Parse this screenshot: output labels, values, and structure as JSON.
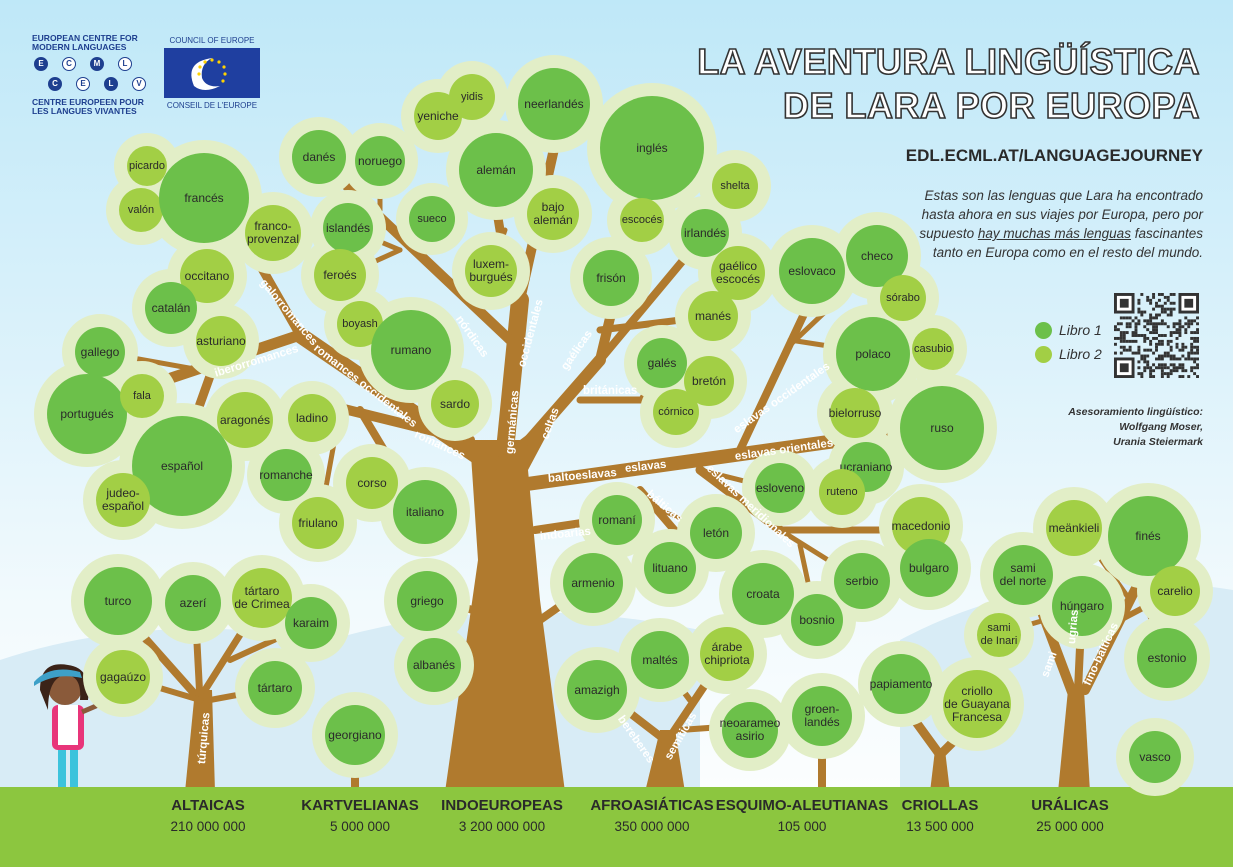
{
  "header": {
    "ecml_lines": [
      "EUROPEAN CENTRE FOR",
      "MODERN LANGUAGES",
      "CENTRE EUROPEEN POUR",
      "LES LANGUES VIVANTES"
    ],
    "ecml_letters": [
      "E",
      "C",
      "M",
      "L",
      "C",
      "E",
      "L",
      "V"
    ],
    "coe_top": "COUNCIL OF EUROPE",
    "coe_bottom": "CONSEIL DE L'EUROPE",
    "title_line1": "LA AVENTURA LINGÜÍSTICA",
    "title_line2": "DE LARA POR EUROPA",
    "url": "EDL.ECML.AT/LANGUAGEJOURNEY"
  },
  "intro": {
    "part1": "Estas son las lenguas que Lara ha encontrado hasta ahora en sus viajes por Europa, pero por supuesto ",
    "underlined": "hay muchas más lenguas",
    "part2": " fascinantes tanto en Europa como en el resto del mundo."
  },
  "legend": {
    "book1": "Libro 1",
    "book2": "Libro 2",
    "book1_color": "#6cc04a",
    "book2_color": "#a2cf45"
  },
  "credits": {
    "line1": "Asesoramiento  lingüístico:",
    "line2": "Wolfgang Moser,",
    "line3": "Urania Steiermark"
  },
  "colors": {
    "trunk": "#b07a2e",
    "halo": "#e2eec7",
    "ground": "#8cc63f"
  },
  "languages": [
    {
      "name": "picardo",
      "book": 2
    },
    {
      "name": "valón",
      "book": 2
    },
    {
      "name": "francés",
      "book": 1
    },
    {
      "name": "franco-\nprovenzal",
      "book": 2
    },
    {
      "name": "occitano",
      "book": 2
    },
    {
      "name": "catalán",
      "book": 1
    },
    {
      "name": "asturiano",
      "book": 2
    },
    {
      "name": "gallego",
      "book": 1
    },
    {
      "name": "portugués",
      "book": 1
    },
    {
      "name": "fala",
      "book": 2
    },
    {
      "name": "español",
      "book": 1
    },
    {
      "name": "aragonés",
      "book": 2
    },
    {
      "name": "judeo-\nespañol",
      "book": 2
    },
    {
      "name": "danés",
      "book": 1
    },
    {
      "name": "noruego",
      "book": 1
    },
    {
      "name": "islandés",
      "book": 1
    },
    {
      "name": "sueco",
      "book": 1
    },
    {
      "name": "feroés",
      "book": 2
    },
    {
      "name": "boyash",
      "book": 2
    },
    {
      "name": "rumano",
      "book": 1
    },
    {
      "name": "ladino",
      "book": 2
    },
    {
      "name": "sardo",
      "book": 2
    },
    {
      "name": "romanche",
      "book": 1
    },
    {
      "name": "corso",
      "book": 2
    },
    {
      "name": "friulano",
      "book": 2
    },
    {
      "name": "italiano",
      "book": 1
    },
    {
      "name": "yidis",
      "book": 2
    },
    {
      "name": "yeniche",
      "book": 2
    },
    {
      "name": "alemán",
      "book": 1
    },
    {
      "name": "neerlandés",
      "book": 1
    },
    {
      "name": "bajo\nalemán",
      "book": 2
    },
    {
      "name": "luxem-\nburgués",
      "book": 2
    },
    {
      "name": "inglés",
      "book": 1
    },
    {
      "name": "shelta",
      "book": 2
    },
    {
      "name": "escocés",
      "book": 2
    },
    {
      "name": "irlandés",
      "book": 1
    },
    {
      "name": "frisón",
      "book": 1
    },
    {
      "name": "gaélico\nescocés",
      "book": 2
    },
    {
      "name": "manés",
      "book": 2
    },
    {
      "name": "galés",
      "book": 1
    },
    {
      "name": "bretón",
      "book": 2
    },
    {
      "name": "córnico",
      "book": 2
    },
    {
      "name": "eslovaco",
      "book": 1
    },
    {
      "name": "checo",
      "book": 1
    },
    {
      "name": "sórabo",
      "book": 2
    },
    {
      "name": "polaco",
      "book": 1
    },
    {
      "name": "casubio",
      "book": 2
    },
    {
      "name": "bielorruso",
      "book": 2
    },
    {
      "name": "ruso",
      "book": 1
    },
    {
      "name": "ucraniano",
      "book": 1
    },
    {
      "name": "esloveno",
      "book": 1
    },
    {
      "name": "ruteno",
      "book": 2
    },
    {
      "name": "macedonio",
      "book": 2
    },
    {
      "name": "bulgaro",
      "book": 1
    },
    {
      "name": "serbio",
      "book": 1
    },
    {
      "name": "croata",
      "book": 1
    },
    {
      "name": "bosnio",
      "book": 1
    },
    {
      "name": "letón",
      "book": 1
    },
    {
      "name": "lituano",
      "book": 1
    },
    {
      "name": "romaní",
      "book": 1
    },
    {
      "name": "armenio",
      "book": 1
    },
    {
      "name": "turco",
      "book": 1
    },
    {
      "name": "azerí",
      "book": 1
    },
    {
      "name": "tártaro\nde Crimea",
      "book": 2
    },
    {
      "name": "karaim",
      "book": 1
    },
    {
      "name": "gagaúzo",
      "book": 2
    },
    {
      "name": "tártaro",
      "book": 1
    },
    {
      "name": "griego",
      "book": 1
    },
    {
      "name": "albanés",
      "book": 1
    },
    {
      "name": "georgiano",
      "book": 1
    },
    {
      "name": "maltés",
      "book": 1
    },
    {
      "name": "árabe\nchipriota",
      "book": 2
    },
    {
      "name": "amazigh",
      "book": 1
    },
    {
      "name": "neoarameo\nasirio",
      "book": 1
    },
    {
      "name": "groen-\nlandés",
      "book": 1
    },
    {
      "name": "papiamento",
      "book": 1
    },
    {
      "name": "criollo\nde Guayana\nFrancesa",
      "book": 2
    },
    {
      "name": "meänkieli",
      "book": 2
    },
    {
      "name": "finés",
      "book": 1
    },
    {
      "name": "sami\ndel norte",
      "book": 1
    },
    {
      "name": "húngaro",
      "book": 1
    },
    {
      "name": "carelio",
      "book": 2
    },
    {
      "name": "sami\nde Inari",
      "book": 2
    },
    {
      "name": "estonio",
      "book": 1
    },
    {
      "name": "vasco",
      "book": 1
    }
  ],
  "branch_labels": [
    "galorromances",
    "iberorromances",
    "romances occidentales",
    "romances",
    "nórdicas",
    "germánicas",
    "occidentales",
    "celtas",
    "gaélicas",
    "británicas",
    "eslavas occidentales",
    "eslavas orientales",
    "eslavas",
    "baltoeslavas",
    "bálticas",
    "eslavas meridionales",
    "indoarias",
    "túrquicas",
    "bereberes",
    "semíticas",
    "sami",
    "ugrias",
    "fino-bálticas"
  ],
  "families": [
    {
      "name": "ALTAICAS",
      "count": "210 000 000"
    },
    {
      "name": "KARTVELIANAS",
      "count": "5 000 000"
    },
    {
      "name": "INDOEUROPEAS",
      "count": "3 200 000 000"
    },
    {
      "name": "AFROASIÁTICAS",
      "count": "350 000 000"
    },
    {
      "name": "ESQUIMO-ALEUTIANAS",
      "count": "105 000"
    },
    {
      "name": "CRIOLLAS",
      "count": "13 500 000"
    },
    {
      "name": "URÁLICAS",
      "count": "25 000 000"
    }
  ]
}
